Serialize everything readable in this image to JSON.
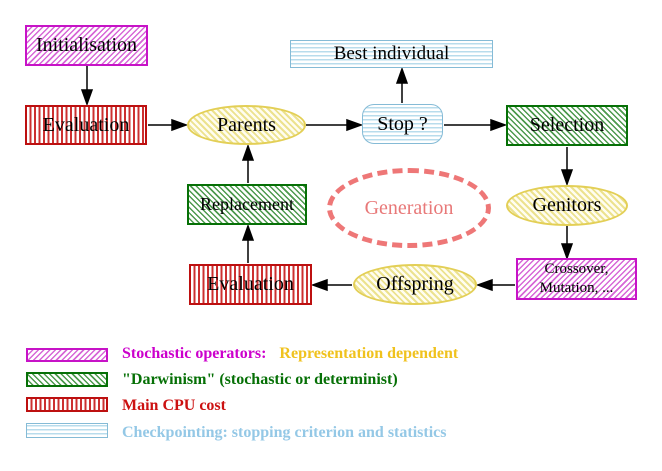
{
  "diagram": {
    "nodes": {
      "initialisation": {
        "label": "Initialisation"
      },
      "evaluation_top": {
        "label": "Evaluation"
      },
      "parents": {
        "label": "Parents"
      },
      "best_individual": {
        "label": "Best individual"
      },
      "stop": {
        "label": "Stop ?"
      },
      "selection": {
        "label": "Selection"
      },
      "genitors": {
        "label": "Genitors"
      },
      "crossover_mutation": {
        "line1": "Crossover,",
        "line2": "Mutation, ..."
      },
      "offspring": {
        "label": "Offspring"
      },
      "evaluation_bottom": {
        "label": "Evaluation"
      },
      "replacement": {
        "label": "Replacement"
      },
      "generation": {
        "label": "Generation"
      }
    },
    "legend": {
      "items": [
        {
          "swatch": "magenta-diagonal-hatch",
          "text": "Stochastic operators:",
          "text2": "Representation dependent"
        },
        {
          "swatch": "green-diagonal-hatch",
          "text": "\"Darwinism\" (stochastic or determinist)"
        },
        {
          "swatch": "red-vertical-stripes",
          "text": "Main CPU cost"
        },
        {
          "swatch": "cyan-horizontal-stripes",
          "text": "Checkpointing: stopping criterion and statistics"
        }
      ]
    },
    "colors": {
      "magenta": "#c713c7",
      "green": "#067006",
      "red": "#cc1111",
      "cyan": "#94c8e6",
      "gold": "#f0c21e",
      "yellow_border": "#e3cf56",
      "salmon": "#ee7777",
      "arrow": "#000000"
    }
  }
}
